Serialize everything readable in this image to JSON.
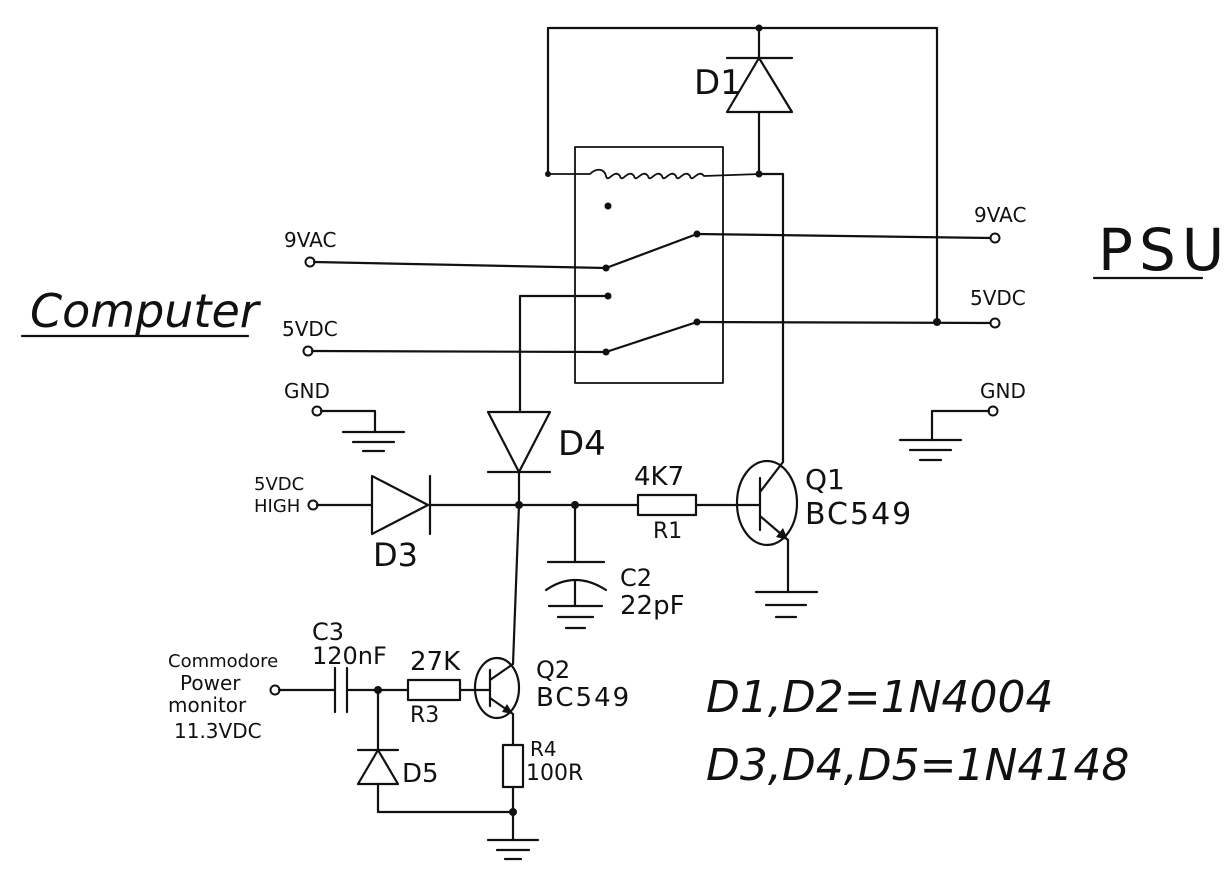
{
  "headings": {
    "computer": "Computer",
    "psu": "PSU"
  },
  "terminals": {
    "left_9vac": "9VAC",
    "left_5vdc": "5VDC",
    "left_gnd": "GND",
    "left_5vdc_high_line1": "5VDC",
    "left_5vdc_high_line2": "HIGH",
    "right_9vac": "9VAC",
    "right_5vdc": "5VDC",
    "right_gnd": "GND",
    "monitor_line1": "Commodore",
    "monitor_line2": "Power",
    "monitor_line3": "monitor",
    "monitor_line4": "11.3VDC"
  },
  "components": {
    "d1": "D1",
    "d3": "D3",
    "d4": "D4",
    "d5": "D5",
    "q1_name": "Q1",
    "q1_type": "BC549",
    "q2_name": "Q2",
    "q2_type": "BC549",
    "r1_value": "4K7",
    "r1_name": "R1",
    "c2_name": "C2",
    "c2_value": "22pF",
    "c3_name": "C3",
    "c3_value": "120nF",
    "r3_value": "27K",
    "r3_name": "R3",
    "r4_name": "R4",
    "r4_value": "100R"
  },
  "notes": {
    "line1": "D1,D2=1N4004",
    "line2": "D3,D4,D5=1N4148"
  }
}
